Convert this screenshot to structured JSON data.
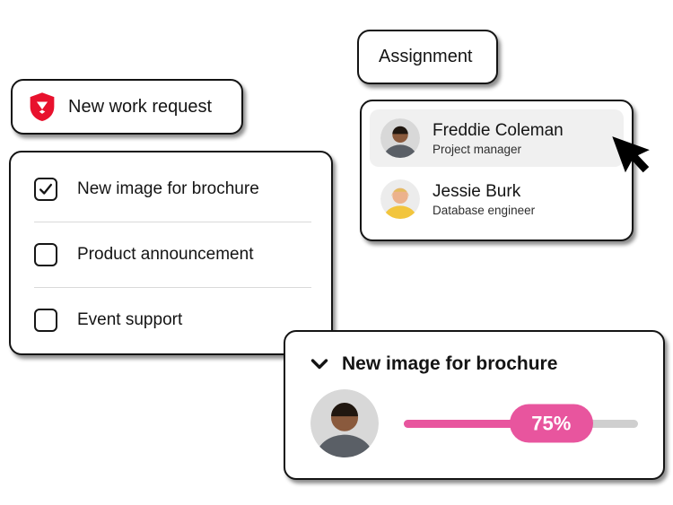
{
  "assignment_card": {
    "title": "Assignment"
  },
  "work_request_card": {
    "label": "New work request",
    "icon": "red-shield-logo-icon"
  },
  "checklist_card": {
    "items": [
      {
        "label": "New image for brochure",
        "checked": true
      },
      {
        "label": "Product announcement",
        "checked": false
      },
      {
        "label": "Event support",
        "checked": false
      }
    ]
  },
  "people_card": {
    "people": [
      {
        "name": "Freddie Coleman",
        "role": "Project manager",
        "highlighted": true
      },
      {
        "name": "Jessie Burk",
        "role": "Database engineer",
        "highlighted": false
      }
    ]
  },
  "progress_card": {
    "title": "New image for brochure",
    "progress_value": 75,
    "progress_label": "75%"
  },
  "cursor": {
    "icon": "mouse-pointer-icon"
  },
  "icons": {
    "checkmark": "checkmark-icon",
    "chevron": "chevron-down-icon",
    "logo": "red-shield-logo-icon",
    "pointer": "mouse-pointer-icon"
  },
  "colors": {
    "accent_pink": "#e8559e",
    "logo_red": "#e8112d",
    "slider_track": "#cfcfcf",
    "row_highlight": "#f0f0f0",
    "card_border": "#141414"
  }
}
